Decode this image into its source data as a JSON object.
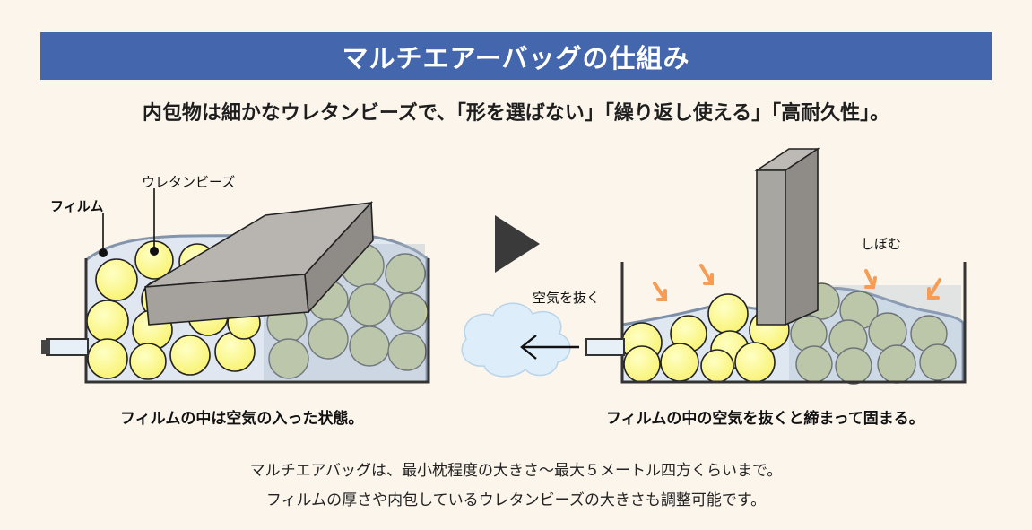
{
  "title": "マルチエアーバッグの仕組み",
  "lead": "内包物は細かなウレタンビーズで、「形を選ばない」「繰り返し使える」「高耐久性」。",
  "left_panel": {
    "label_film": "フィルム",
    "label_beads": "ウレタンビーズ",
    "caption": "フィルムの中は空気の入った状態。"
  },
  "right_panel": {
    "label_release_air": "空気を抜く",
    "label_shrink": "しぼむ",
    "caption": "フィルムの中の空気を抜くと締まって固まる。"
  },
  "notes": [
    "マルチエアバッグは、最小枕程度の大きさ〜最大５メートル四方くらいまで。",
    "フィルムの厚さや内包しているウレタンビーズの大きさも調整可能です。"
  ],
  "colors": {
    "banner": "#4466ad",
    "background": "#fbf5ec",
    "bead_yellow": "#fbf67f",
    "bead_green": "#c5cc99",
    "block": "#a8a6a1",
    "arrow_orange": "#f79c55",
    "cloud": "#ddeefa"
  },
  "icons": {
    "next_step": "triangle-play-icon",
    "air_out": "left-arrow-icon",
    "press": "orange-down-arrow-icon"
  }
}
